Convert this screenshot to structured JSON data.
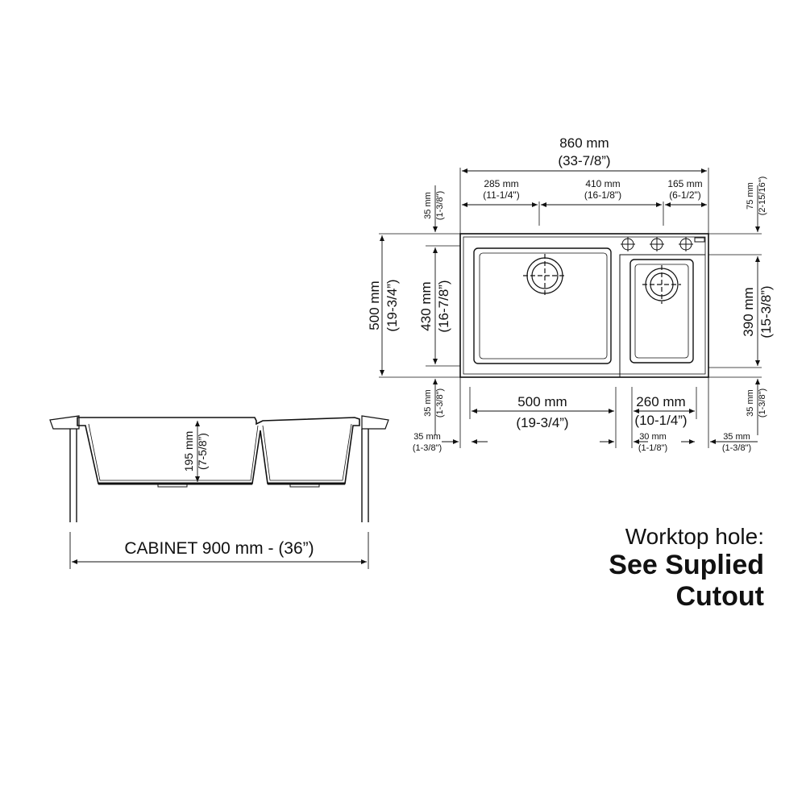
{
  "top_dims": {
    "overall_mm": "860 mm",
    "overall_in": "(33-7/8”)",
    "left_mm": "285 mm",
    "left_in": "(11-1/4\")",
    "mid_mm": "410 mm",
    "mid_in": "(16-1/8\")",
    "right_mm": "165 mm",
    "right_in": "(6-1/2\")"
  },
  "left_dims": {
    "top_mm": "35 mm",
    "top_in": "(1-3/8\")",
    "overall_mm": "500 mm",
    "overall_in": "(19-3/4”)",
    "bowl_mm": "430 mm",
    "bowl_in": "(16-7/8”)",
    "bottom_mm": "35 mm",
    "bottom_in": "(1-3/8\")"
  },
  "right_dims": {
    "top_mm": "75 mm",
    "top_in": "(2-15/16\")",
    "bowl_mm": "390 mm",
    "bowl_in": "(15-3/8”)",
    "bottom_mm": "35 mm",
    "bottom_in": "(1-3/8\")"
  },
  "bottom_dims": {
    "big_bowl_mm": "500 mm",
    "big_bowl_in": "(19-3/4”)",
    "small_bowl_mm": "260 mm",
    "small_bowl_in": "(10-1/4”)",
    "left_edge_mm": "35 mm",
    "left_edge_in": "(1-3/8\")",
    "gap_mm": "30 mm",
    "gap_in": "(1-1/8\")",
    "right_edge_mm": "35 mm",
    "right_edge_in": "(1-3/8\")"
  },
  "section": {
    "depth_mm": "195 mm",
    "depth_in": "(7-5/8”)",
    "cabinet_label": "CABINET 900 mm - (36”)"
  },
  "note": {
    "line1": "Worktop hole:",
    "line2": "See Suplied",
    "line3": "Cutout"
  }
}
